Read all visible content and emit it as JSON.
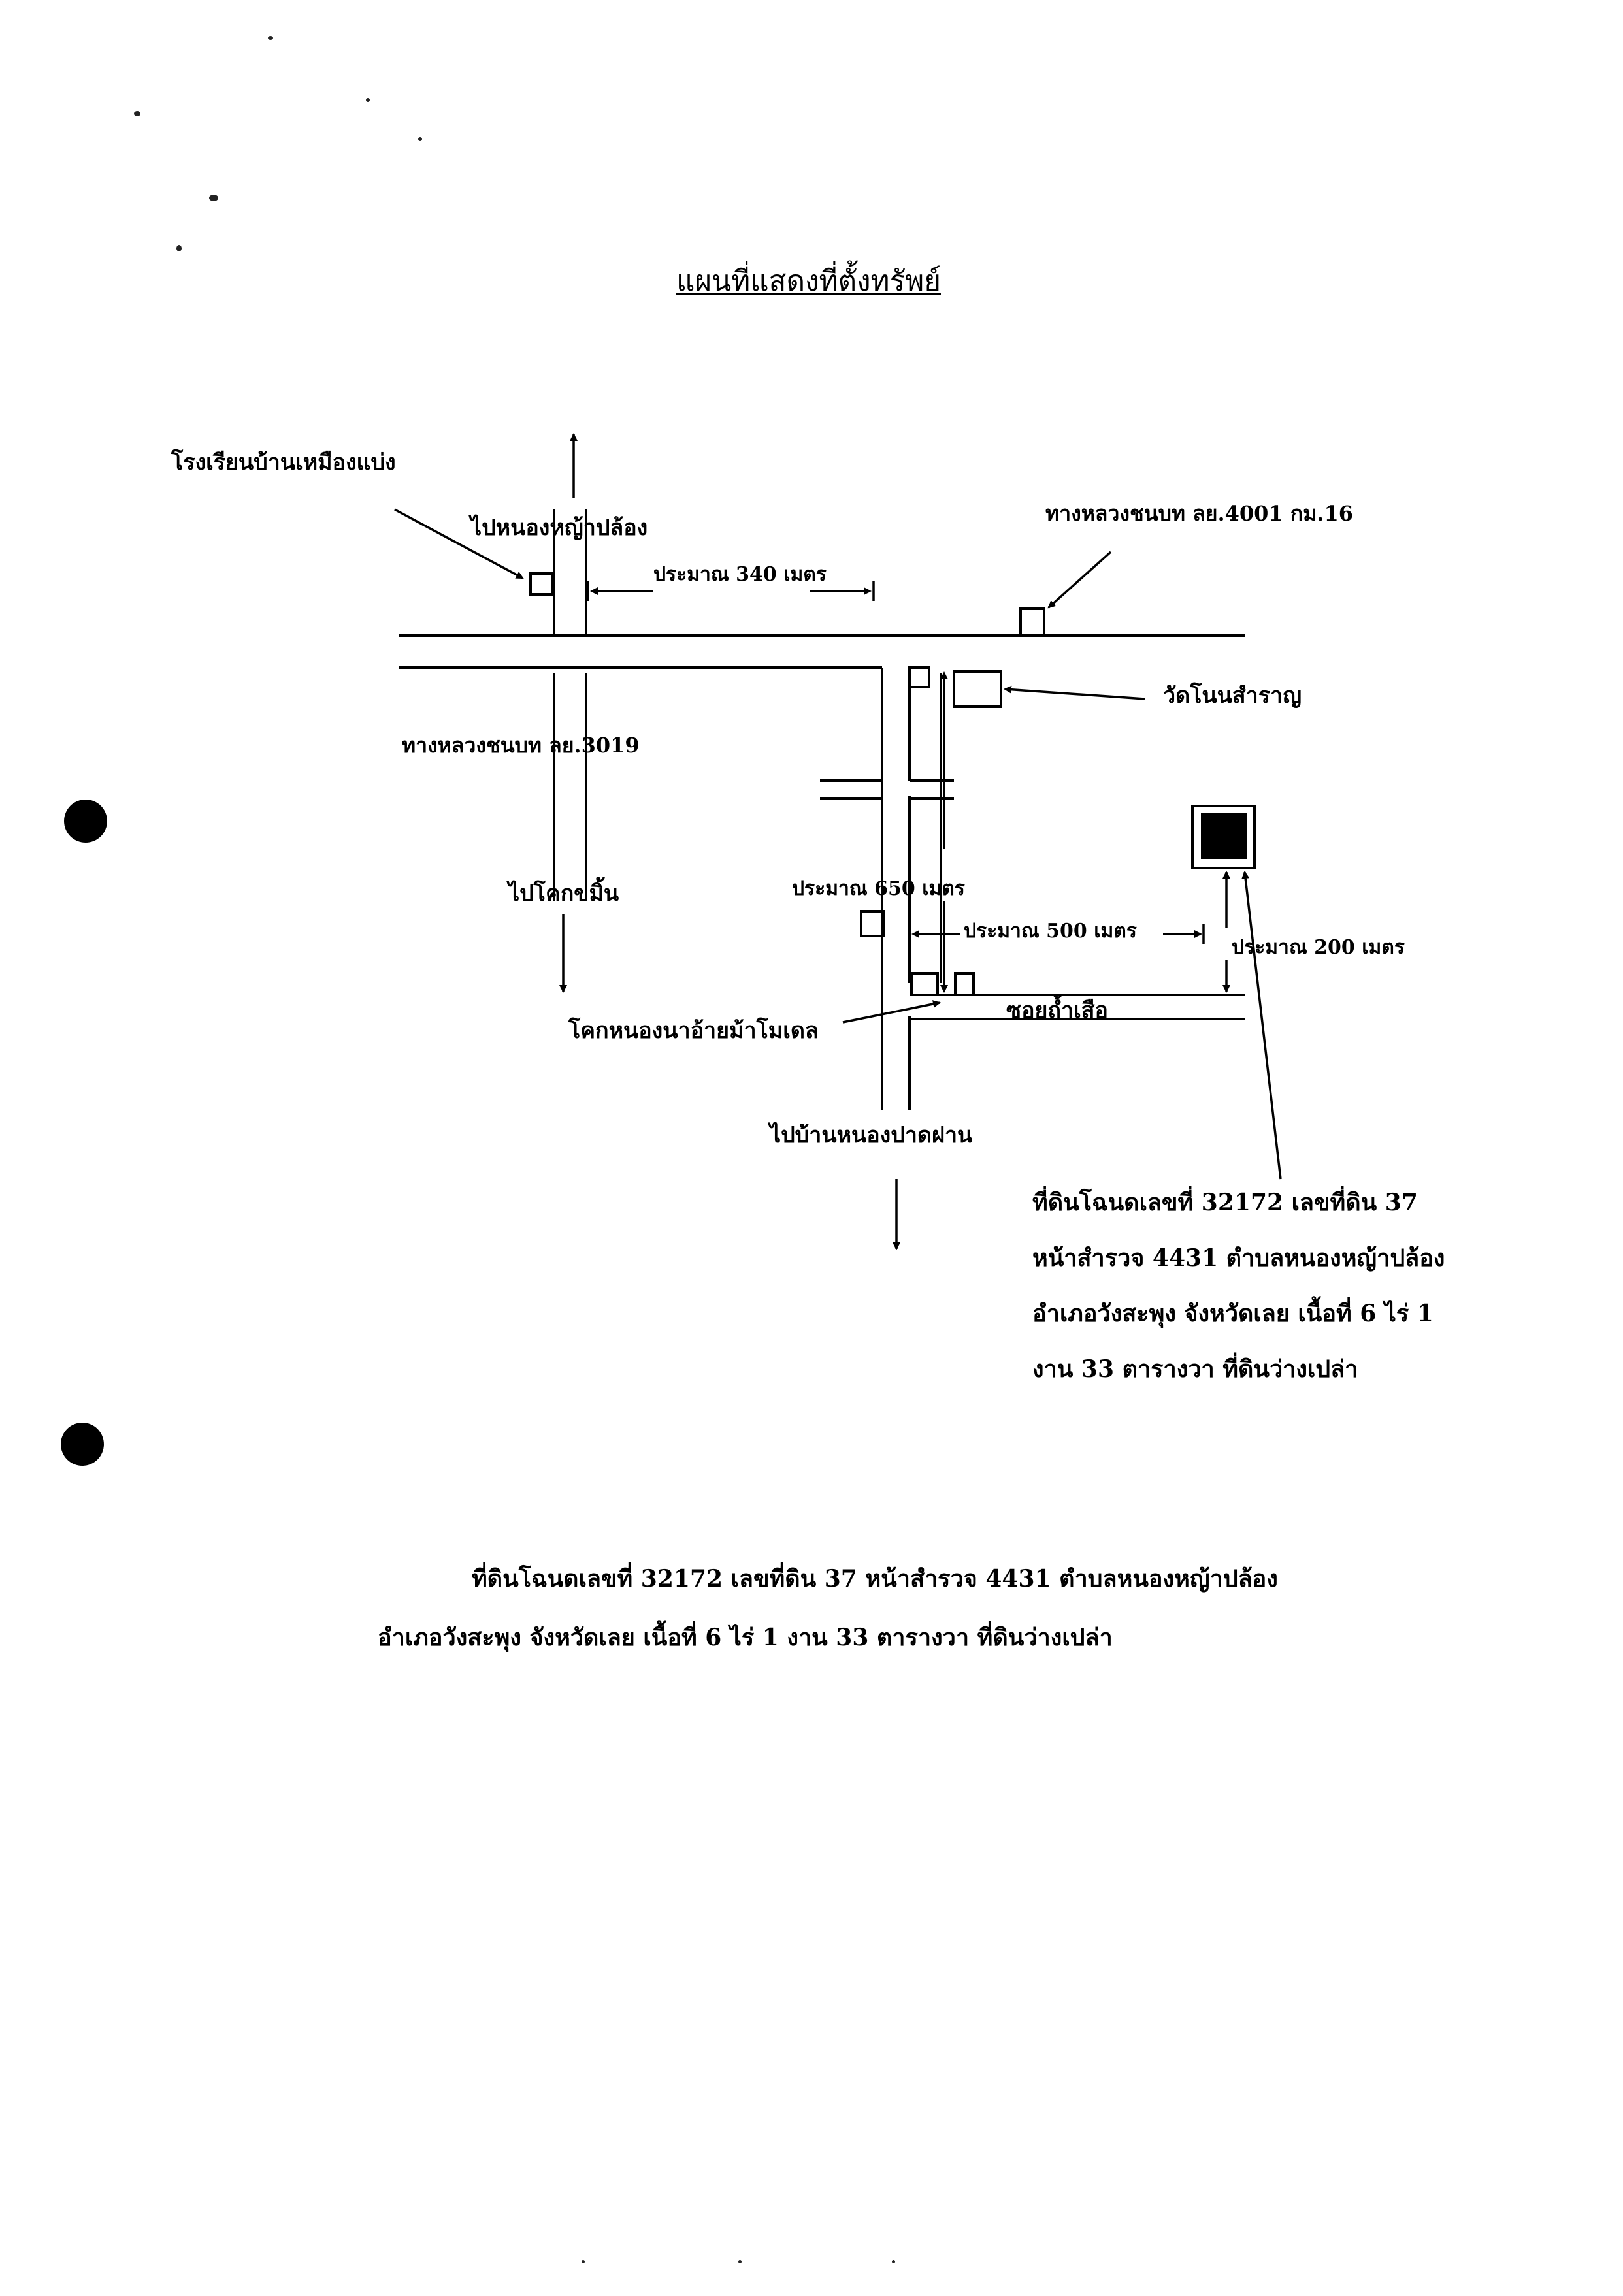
{
  "title": "แผนที่แสดงที่ตั้งทรัพย์",
  "labels": {
    "school": "โรงเรียนบ้านเหมืองแบ่ง",
    "to_nong_ya_plong": "ไปหนองหญ้าปล้อง",
    "dist_340": "ประมาณ 340 เมตร",
    "rural_road_4001": "ทางหลวงชนบท ลย.4001 กม.16",
    "wat": "วัดโนนสำราญ",
    "rural_road_3019": "ทางหลวงชนบท ลย.3019",
    "to_khok_khamin": "ไปโคกขมิ้น",
    "dist_650": "ประมาณ 650 เมตร",
    "dist_500": "ประมาณ 500 เมตร",
    "dist_200": "ประมาณ 200 เมตร",
    "khok_nong_na": "โคกหนองนาอ้ายม้าโมเดล",
    "soi": "ซอยถ้ำเสือ",
    "to_nong_pat_fan": "ไปบ้านหนองปาดฝาน"
  },
  "parcel_note": [
    "ที่ดินโฉนดเลขที่ 32172 เลขที่ดิน 37",
    "หน้าสำรวจ 4431 ตำบลหนองหญ้าปล้อง",
    "อำเภอวังสะพุง จังหวัดเลย เนื้อที่ 6 ไร่ 1",
    "งาน 33 ตารางวา ที่ดินว่างเปล่า"
  ],
  "caption": [
    "ที่ดินโฉนดเลขที่ 32172 เลขที่ดิน 37 หน้าสำรวจ 4431 ตำบลหนองหญ้าปล้อง",
    "อำเภอวังสะพุง จังหวัดเลย เนื้อที่ 6 ไร่ 1 งาน 33 ตารางวา ที่ดินว่างเปล่า"
  ]
}
